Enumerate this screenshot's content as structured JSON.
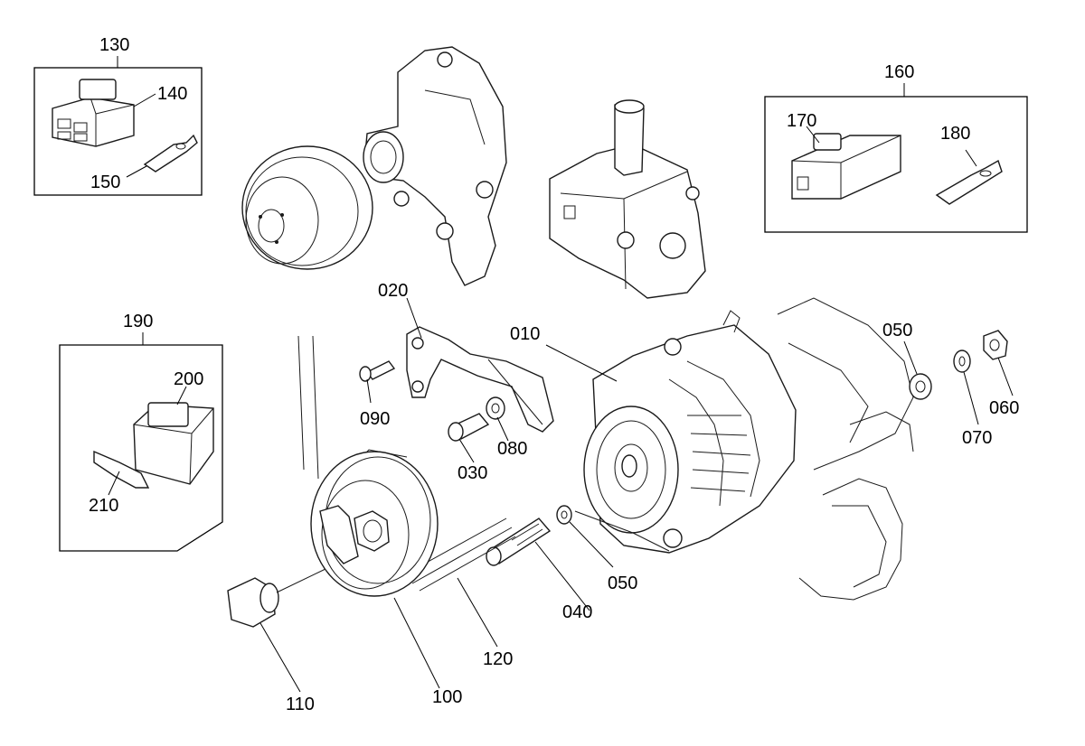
{
  "labels": {
    "l010": "010",
    "l020": "020",
    "l030": "030",
    "l040": "040",
    "l050a": "050",
    "l050b": "050",
    "l060": "060",
    "l070": "070",
    "l080": "080",
    "l090": "090",
    "l100": "100",
    "l110": "110",
    "l120": "120",
    "l130": "130",
    "l140": "140",
    "l150": "150",
    "l160": "160",
    "l170": "170",
    "l180": "180",
    "l190": "190",
    "l200": "200",
    "l210": "210"
  }
}
